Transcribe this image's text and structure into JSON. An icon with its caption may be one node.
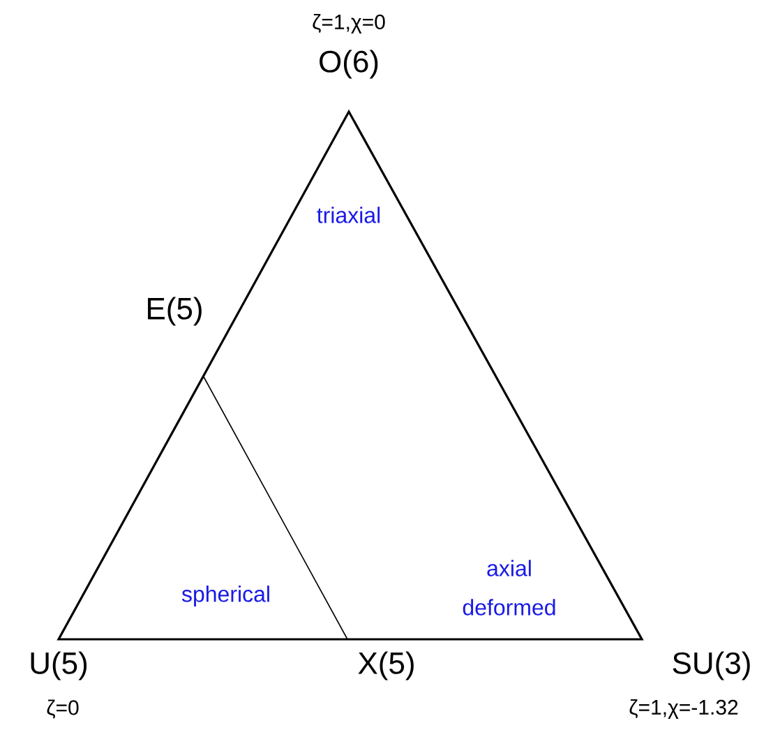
{
  "diagram": {
    "labels": [
      "ζ=1,χ=0",
      "O(6)",
      "triaxial",
      "E(5)",
      "spherical",
      "axial deformed",
      "U(5)",
      "X(5)",
      "SU(3)",
      "ζ=0",
      "ζ=1,χ=-1.32"
    ]
  }
}
